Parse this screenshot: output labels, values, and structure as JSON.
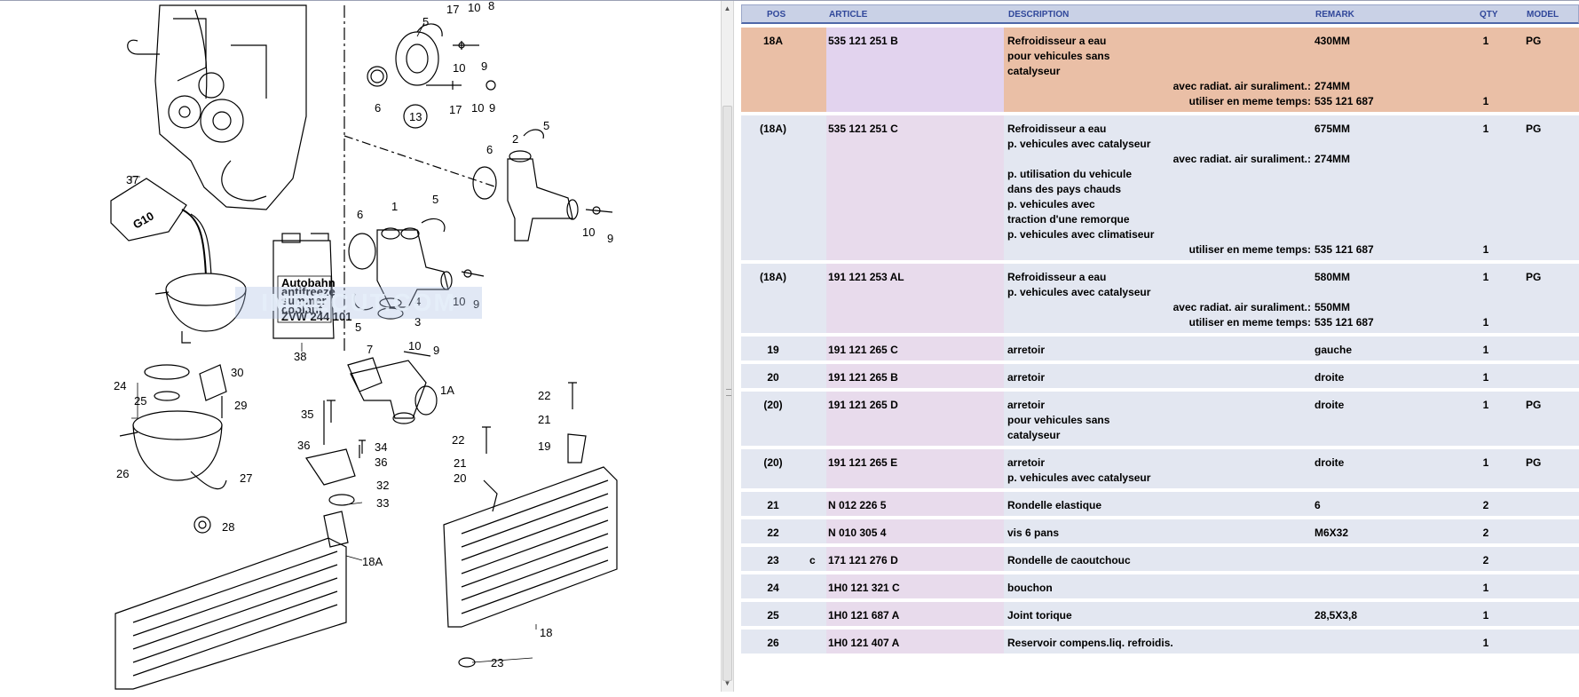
{
  "header": {
    "pos": "POS",
    "article": "ARTICLE",
    "description": "DESCRIPTION",
    "remark": "REMARK",
    "qty": "QTY",
    "model": "MODEL"
  },
  "watermark": "IMRECUT.COM",
  "diagram_labels": {
    "l17": "17",
    "l10a": "10",
    "l8": "8",
    "l5a": "5",
    "l6a": "6",
    "l9a": "9",
    "l10b": "10",
    "l13": "13",
    "l17b": "17",
    "l10c": "10",
    "l9b": "9",
    "l2": "2",
    "l5b": "5",
    "l6b": "6",
    "l10d": "10",
    "l9c": "9",
    "l37": "37",
    "l1": "1",
    "l5c": "5",
    "l6c": "6",
    "l4": "4",
    "l3": "3",
    "l5d": "5",
    "l10e": "10",
    "l9d": "9",
    "l38": "38",
    "l7": "7",
    "l10f": "10",
    "l9e": "9",
    "l1a": "1A",
    "l24": "24",
    "l30": "30",
    "l25": "25",
    "l29": "29",
    "l26": "26",
    "l27": "27",
    "l28": "28",
    "l35": "35",
    "l36a": "36",
    "l34": "34",
    "l36b": "36",
    "l32": "32",
    "l33": "33",
    "l18a": "18A",
    "l22a": "22",
    "l21a": "21",
    "l19": "19",
    "l22b": "22",
    "l21b": "21",
    "l20": "20",
    "l18": "18",
    "l23": "23"
  },
  "container_text": {
    "line1": "Autobahn",
    "line2": "antifreeze",
    "line3": "summer",
    "line4": "coolant",
    "line5": "ZVW 244 101"
  },
  "can_label": "G10",
  "rows": [
    {
      "pos": "18A",
      "flag": "",
      "article": "535 121 251 B",
      "desc": [
        "Refroidisseur a eau",
        "pour vehicules sans",
        "catalyseur"
      ],
      "remark": "430MM",
      "qty": "1",
      "model": "PG",
      "subs": [
        {
          "label": "avec radiat. air suraliment.:",
          "remark": "274MM",
          "qty": ""
        },
        {
          "label": "utiliser en meme temps:",
          "remark": "535 121 687",
          "qty": "1"
        }
      ]
    },
    {
      "pos": "(18A)",
      "flag": "",
      "article": "535 121 251 C",
      "desc": [
        "Refroidisseur a eau",
        "p. vehicules avec catalyseur"
      ],
      "remark": "675MM",
      "qty": "1",
      "model": "PG",
      "subs": [
        {
          "label": "avec radiat. air suraliment.:",
          "remark": "274MM",
          "qty": ""
        }
      ],
      "desc2": [
        "p. utilisation du vehicule",
        "dans des pays chauds",
        "p. vehicules avec",
        "traction d'une remorque",
        "p. vehicules avec climatiseur"
      ],
      "subs2": [
        {
          "label": "utiliser en meme temps:",
          "remark": "535 121 687",
          "qty": "1"
        }
      ]
    },
    {
      "pos": "(18A)",
      "flag": "",
      "article": "191 121 253 AL",
      "desc": [
        "Refroidisseur a eau",
        "p. vehicules avec catalyseur"
      ],
      "remark": "580MM",
      "qty": "1",
      "model": "PG",
      "subs": [
        {
          "label": "avec radiat. air suraliment.:",
          "remark": "550MM",
          "qty": ""
        },
        {
          "label": "utiliser en meme temps:",
          "remark": "535 121 687",
          "qty": "1"
        }
      ]
    },
    {
      "pos": "19",
      "flag": "",
      "article": "191 121 265 C",
      "desc": [
        "arretoir"
      ],
      "remark": "gauche",
      "qty": "1",
      "model": ""
    },
    {
      "pos": "20",
      "flag": "",
      "article": "191 121 265 B",
      "desc": [
        "arretoir"
      ],
      "remark": "droite",
      "qty": "1",
      "model": ""
    },
    {
      "pos": "(20)",
      "flag": "",
      "article": "191 121 265 D",
      "desc": [
        "arretoir",
        "pour vehicules sans",
        "catalyseur"
      ],
      "remark": "droite",
      "qty": "1",
      "model": "PG"
    },
    {
      "pos": "(20)",
      "flag": "",
      "article": "191 121 265 E",
      "desc": [
        "arretoir",
        "p. vehicules avec catalyseur"
      ],
      "remark": "droite",
      "qty": "1",
      "model": "PG"
    },
    {
      "pos": "21",
      "flag": "",
      "article": "N   012 226 5",
      "desc": [
        "Rondelle elastique"
      ],
      "remark": "6",
      "qty": "2",
      "model": ""
    },
    {
      "pos": "22",
      "flag": "",
      "article": "N   010 305 4",
      "desc": [
        "vis 6 pans"
      ],
      "remark": "M6X32",
      "qty": "2",
      "model": ""
    },
    {
      "pos": "23",
      "flag": "c",
      "article": "171 121 276 D",
      "desc": [
        "Rondelle de caoutchouc"
      ],
      "remark": "",
      "qty": "2",
      "model": ""
    },
    {
      "pos": "24",
      "flag": "",
      "article": "1H0 121 321 C",
      "desc": [
        "bouchon"
      ],
      "remark": "",
      "qty": "1",
      "model": ""
    },
    {
      "pos": "25",
      "flag": "",
      "article": "1H0 121 687 A",
      "desc": [
        "Joint torique"
      ],
      "remark": "28,5X3,8",
      "qty": "1",
      "model": ""
    },
    {
      "pos": "26",
      "flag": "",
      "article": "1H0 121 407 A",
      "desc": [
        "Reservoir compens.liq. refroidis."
      ],
      "remark": "",
      "qty": "1",
      "model": ""
    }
  ]
}
